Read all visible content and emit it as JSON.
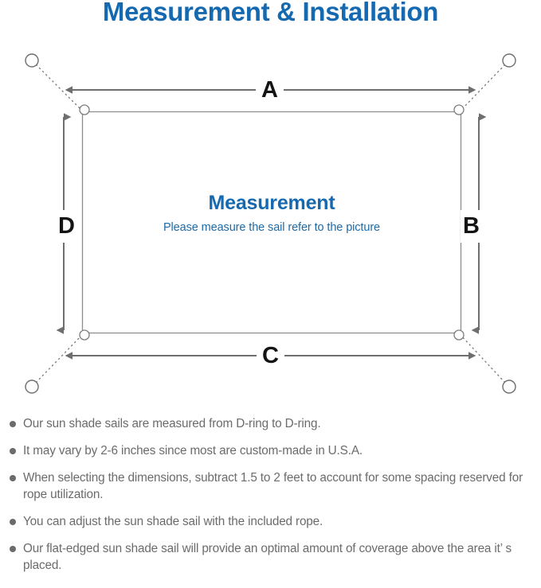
{
  "page": {
    "title": "Measurement & Installation",
    "title_color": "#1569b0",
    "background": "#ffffff"
  },
  "diagram": {
    "name": "sun-shade-sail-measurement-diagram",
    "sail_caption": {
      "heading": "Measurement",
      "subtext": "Please measure the sail refer to the picture",
      "heading_color": "#1569b0",
      "subtext_color": "#1f6aa5"
    },
    "dimension_labels": [
      {
        "key": "a",
        "label": "A",
        "edge": "top",
        "orientation": "horizontal"
      },
      {
        "key": "b",
        "label": "B",
        "edge": "right",
        "orientation": "vertical"
      },
      {
        "key": "c",
        "label": "C",
        "edge": "bottom",
        "orientation": "horizontal"
      },
      {
        "key": "d",
        "label": "D",
        "edge": "left",
        "orientation": "vertical"
      }
    ],
    "line_color": "#6e6e6e",
    "sail_outline_color": "#8a8a8a",
    "anchor_points": [
      {
        "position": "top-left"
      },
      {
        "position": "top-right"
      },
      {
        "position": "bottom-left"
      },
      {
        "position": "bottom-right"
      }
    ],
    "d_rings": [
      {
        "position": "top-left"
      },
      {
        "position": "top-right"
      },
      {
        "position": "bottom-left"
      },
      {
        "position": "bottom-right"
      }
    ]
  },
  "notes": {
    "bullet_color": "#6b6b6b",
    "text_color": "#6b6b6b",
    "items": [
      "Our sun shade sails are measured from D-ring to D-ring.",
      "It may vary by 2-6 inches since most are custom-made in U.S.A.",
      "When selecting the dimensions, subtract 1.5 to 2 feet to account for some spacing reserved for rope utilization.",
      "You can adjust the sun shade sail with the included rope.",
      "Our flat-edged sun shade sail will provide an optimal amount of coverage above the area it’ s placed."
    ]
  }
}
